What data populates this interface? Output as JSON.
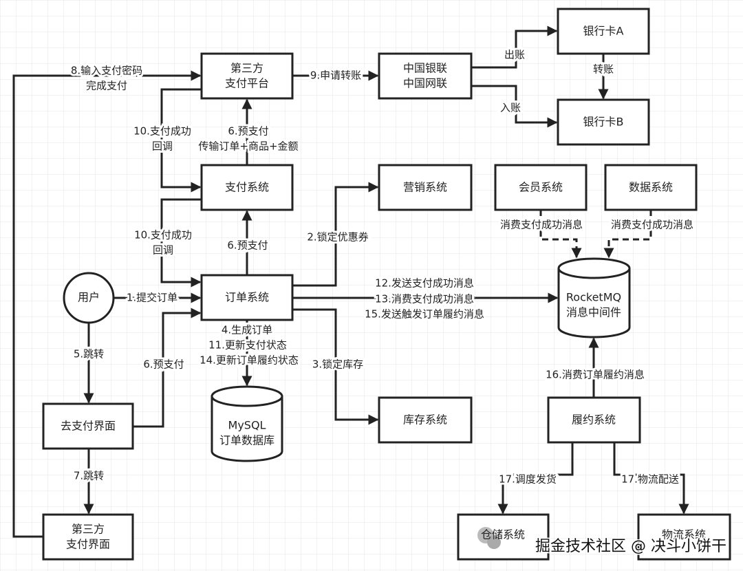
{
  "nodes": {
    "third_party_platform": [
      "第三方",
      "支付平台"
    ],
    "unionpay": [
      "中国银联",
      "中国网联"
    ],
    "bank_a": "银行卡A",
    "bank_b": "银行卡B",
    "payment_system": "支付系统",
    "marketing_system": "营销系统",
    "member_system": "会员系统",
    "data_system": "数据系统",
    "order_system": "订单系统",
    "user": "用户",
    "rocketmq": [
      "RocketMQ",
      "消息中间件"
    ],
    "mysql": [
      "MySQL",
      "订单数据库"
    ],
    "go_pay_page": "去支付界面",
    "inventory_system": "库存系统",
    "fulfillment_system": "履约系统",
    "third_party_page": [
      "第三方",
      "支付界面"
    ],
    "warehouse_system": "仓储系统",
    "logistics_system": "物流系统"
  },
  "edges": {
    "e8": [
      "8.输入支付密码",
      "完成支付"
    ],
    "e9": "9.申请转账",
    "out": "出账",
    "in": "入账",
    "transfer": "转账",
    "e6_top": [
      "6.预支付",
      "传输订单+商品+金额"
    ],
    "e10_top": [
      "10.支付成功",
      "回调"
    ],
    "e10_mid": [
      "10.支付成功",
      "回调"
    ],
    "e6_mid": "6.预支付",
    "e1": "1.提交订单",
    "e6_left": "6.预支付",
    "e5": "5.跳转",
    "e7": "7.跳转",
    "e2": "2.锁定优惠券",
    "e3": "3.锁定库存",
    "mq_msgs": [
      "12.发送支付成功消息",
      "13.消费支付成功消息",
      "15.发送触发订单履约消息"
    ],
    "db_ops": [
      "4.生成订单",
      "11.更新支付状态",
      "14.更新订单履约状态"
    ],
    "member_consume": "消费支付成功消息",
    "data_consume": "消费支付成功消息",
    "e16": "16.消费订单履约消息",
    "e17_dispatch": "17.调度发货",
    "e17_delivery": "17.物流配送"
  },
  "watermark": "掘金技术社区 @ 决斗小饼干"
}
